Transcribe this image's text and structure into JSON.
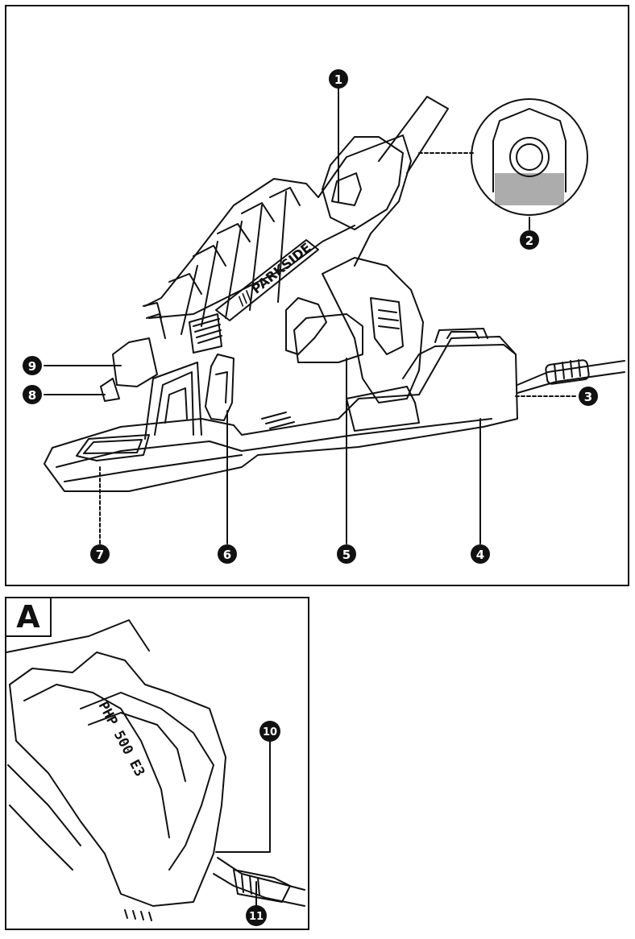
{
  "figure": {
    "callouts": [
      {
        "id": "c1",
        "label": "1"
      },
      {
        "id": "c2",
        "label": "2"
      },
      {
        "id": "c3",
        "label": "3"
      },
      {
        "id": "c4",
        "label": "4"
      },
      {
        "id": "c5",
        "label": "5"
      },
      {
        "id": "c6",
        "label": "6"
      },
      {
        "id": "c7",
        "label": "7"
      },
      {
        "id": "c8",
        "label": "8"
      },
      {
        "id": "c9",
        "label": "9"
      },
      {
        "id": "c10",
        "label": "10"
      },
      {
        "id": "c11",
        "label": "11"
      }
    ],
    "brand_text": "/// PARKSIDE",
    "model_text": "PHP 500 E3",
    "detail_tab_label": "A"
  },
  "colors": {
    "line": "#111111",
    "callout_fill": "#111111",
    "callout_text": "#ffffff",
    "background": "#ffffff"
  }
}
